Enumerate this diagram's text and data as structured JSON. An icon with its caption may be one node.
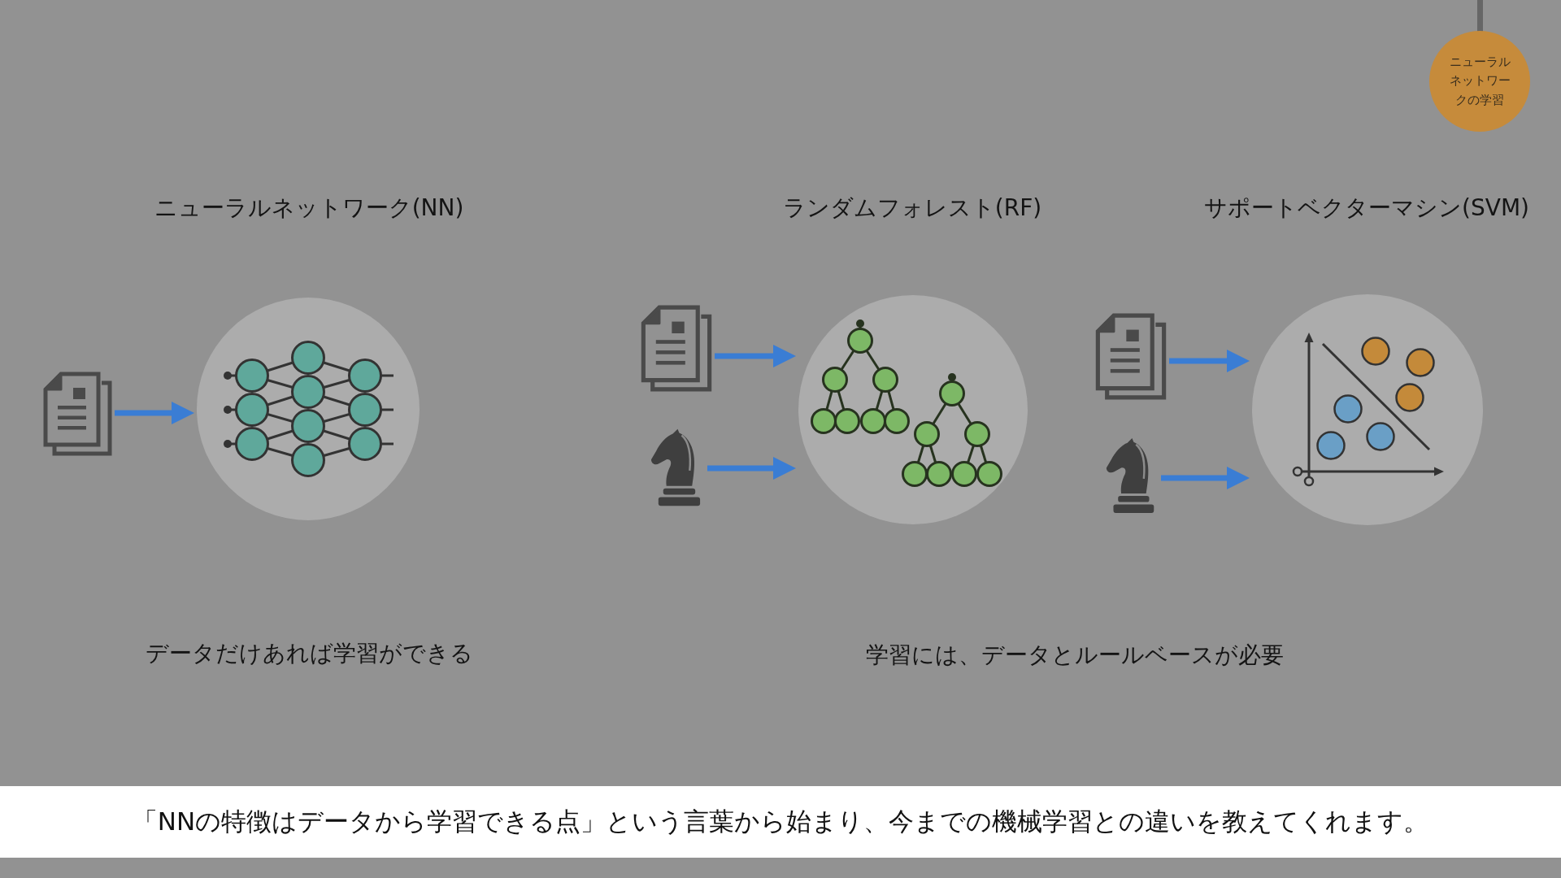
{
  "diagram": {
    "caption": "「NNの特徴はデータから学習できる点」という言葉から始まり、今までの機械学習との違いを教えてくれます。",
    "nodes": [
      {
        "text": [
          "ニューラルネットワークの学習"
        ]
      },
      {
        "text": [],
        "shape": "document"
      },
      {
        "text": [],
        "shape": "circle"
      },
      {
        "text": [],
        "shape": "document"
      },
      {
        "text": [],
        "shape": "knight"
      },
      {
        "text": [],
        "shape": "circle"
      },
      {
        "text": [],
        "shape": "document"
      },
      {
        "text": [],
        "shape": "knight"
      },
      {
        "text": [],
        "shape": "circle"
      }
    ],
    "edges": [
      {
        "from": 1,
        "to": 2,
        "arrow": "to"
      },
      {
        "from": 3,
        "to": 5,
        "arrow": "to"
      },
      {
        "from": 4,
        "to": 5,
        "arrow": "to"
      },
      {
        "from": 6,
        "to": 8,
        "arrow": "to"
      },
      {
        "from": 7,
        "to": 8,
        "arrow": "to"
      }
    ],
    "labels": [
      "ニューラルネットワーク(NN)",
      "ランダムフォレスト(RF)",
      "サポートベクターマシン(SVM)",
      "データだけあれば学習ができる",
      "学習には、データとルールベースが必要"
    ]
  }
}
